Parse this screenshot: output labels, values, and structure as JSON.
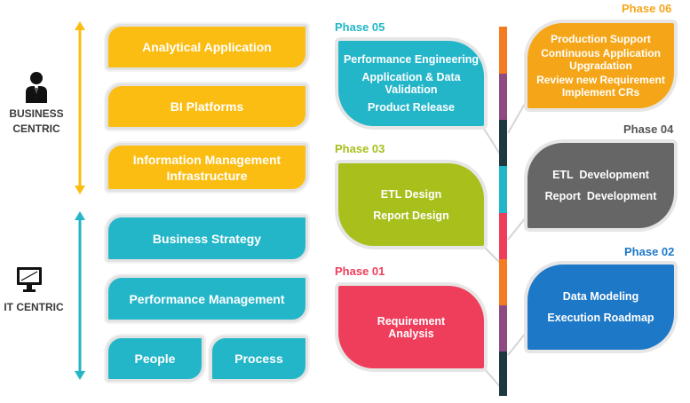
{
  "left": {
    "business_label_1": "BUSINESS",
    "business_label_2": "CENTRIC",
    "it_label": "IT CENTRIC",
    "boxes": [
      {
        "label": "Analytical Application"
      },
      {
        "label": "BI Platforms"
      },
      {
        "label": "Information Management Infrastructure"
      },
      {
        "label": "Business Strategy"
      },
      {
        "label": "Performance Management"
      },
      {
        "label": "People"
      },
      {
        "label": "Process"
      }
    ]
  },
  "phases": {
    "p05": {
      "title": "Phase 05",
      "lines": [
        "Performance Engineering",
        "Application & Data Validation",
        "Product Release"
      ]
    },
    "p03": {
      "title": "Phase 03",
      "lines": [
        "ETL Design",
        "Report Design"
      ]
    },
    "p01": {
      "title": "Phase 01",
      "lines": [
        "Requirement Analysis"
      ]
    },
    "p06": {
      "title": "Phase 06",
      "lines": [
        "Production Support",
        "Continuous Application Upgradation",
        "Review new Requirement Implement CRs"
      ]
    },
    "p04": {
      "title": "Phase 04",
      "lines": [
        "ETL  Development",
        "Report  Development"
      ]
    },
    "p02": {
      "title": "Phase 02",
      "lines": [
        "Data Modeling",
        "Execution Roadmap"
      ]
    }
  },
  "colors": {
    "yellow": "#fbbd12",
    "teal": "#23b6c9",
    "phase05": "#23b6c9",
    "phase03": "#a8bf1c",
    "phase01": "#ef3e5c",
    "phase06": "#f5a618",
    "phase04": "#666666",
    "phase02": "#1e78c8"
  },
  "icons": [
    "businessman-icon",
    "computer-monitor-icon"
  ]
}
